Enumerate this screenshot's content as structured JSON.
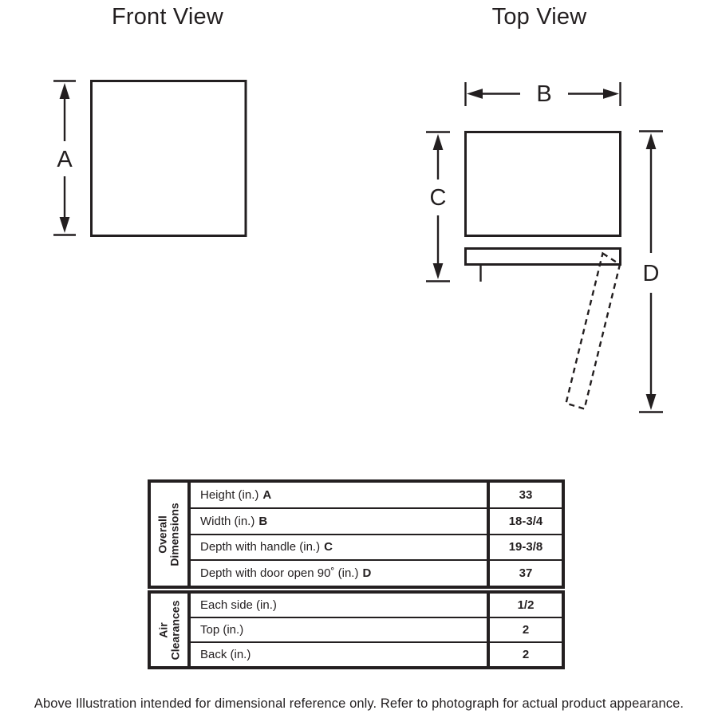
{
  "colors": {
    "ink": "#231f20",
    "background": "#ffffff"
  },
  "front_view": {
    "title": "Front View",
    "dim_label": "A"
  },
  "top_view": {
    "title": "Top View",
    "dim_b": "B",
    "dim_c": "C",
    "dim_d": "D"
  },
  "table": {
    "sections": [
      {
        "group": "Overall Dimensions",
        "group_lines": [
          "Overall",
          "Dimensions"
        ],
        "rows": [
          {
            "label": "Height (in.)",
            "letter": "A",
            "value": "33"
          },
          {
            "label": "Width (in.)",
            "letter": "B",
            "value": "18-3/4"
          },
          {
            "label": "Depth with handle (in.)",
            "letter": "C",
            "value": "19-3/8"
          },
          {
            "label": "Depth with door open 90˚ (in.)",
            "letter": "D",
            "value": "37"
          }
        ]
      },
      {
        "group": "Air Clearances",
        "group_lines": [
          "Air",
          "Clearances"
        ],
        "rows": [
          {
            "label": "Each side (in.)",
            "letter": "",
            "value": "1/2"
          },
          {
            "label": "Top (in.)",
            "letter": "",
            "value": "2"
          },
          {
            "label": "Back (in.)",
            "letter": "",
            "value": "2"
          }
        ]
      }
    ]
  },
  "footnote": "Above Illustration intended for dimensional reference only. Refer to photograph for actual product appearance."
}
